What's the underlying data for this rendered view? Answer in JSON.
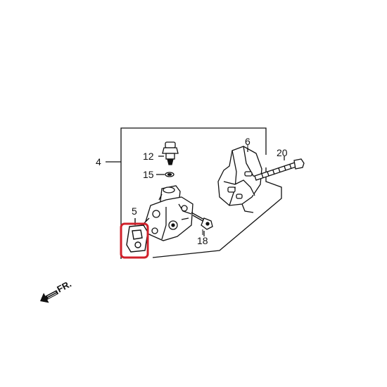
{
  "callouts": {
    "c4": "4",
    "c12": "12",
    "c15": "15",
    "c6": "6",
    "c20": "20",
    "c5": "5",
    "c18": "18"
  },
  "direction": {
    "label": "FR."
  },
  "colors": {
    "highlight": "#d0202a",
    "line": "#111111",
    "background": "#ffffff"
  }
}
